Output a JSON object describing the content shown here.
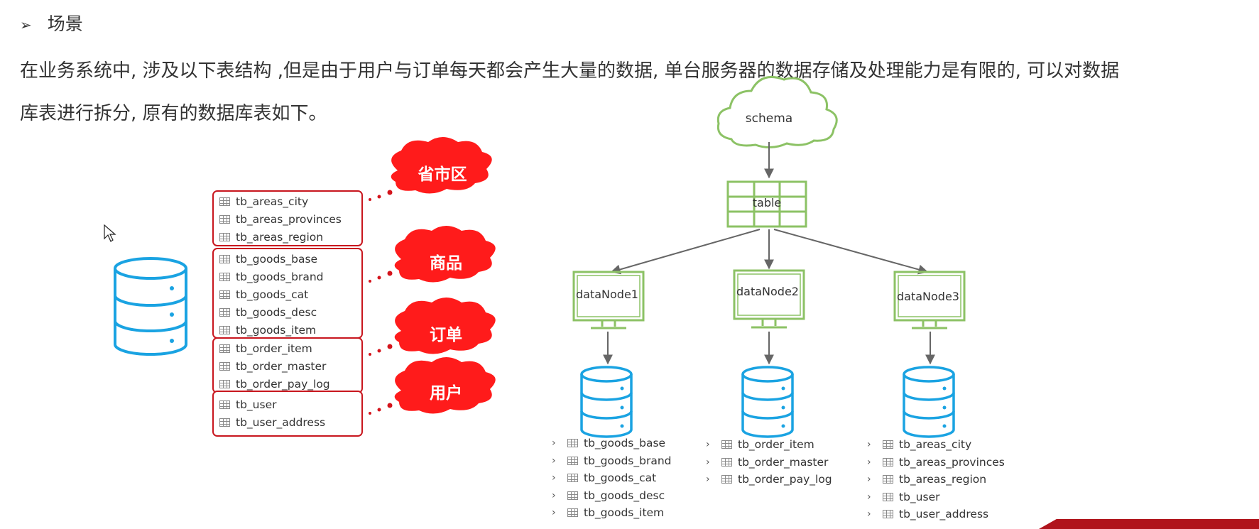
{
  "heading": {
    "bullet": "➢",
    "text": "场景"
  },
  "paragraph": {
    "line1": "在业务系统中, 涉及以下表结构 ,但是由于用户与订单每天都会产生大量的数据, 单台服务器的数据存储及处理能力是有限的, 可以对数据",
    "line2": "库表进行拆分, 原有的数据库表如下。"
  },
  "groups": [
    {
      "label": "省市区",
      "tables": [
        "tb_areas_city",
        "tb_areas_provinces",
        "tb_areas_region"
      ]
    },
    {
      "label": "商品",
      "tables": [
        "tb_goods_base",
        "tb_goods_brand",
        "tb_goods_cat",
        "tb_goods_desc",
        "tb_goods_item"
      ]
    },
    {
      "label": "订单",
      "tables": [
        "tb_order_item",
        "tb_order_master",
        "tb_order_pay_log"
      ]
    },
    {
      "label": "用户",
      "tables": [
        "tb_user",
        "tb_user_address"
      ]
    }
  ],
  "schema": {
    "label": "schema"
  },
  "table": {
    "label": "table"
  },
  "nodes": [
    {
      "label": "dataNode1",
      "tables": [
        "tb_goods_base",
        "tb_goods_brand",
        "tb_goods_cat",
        "tb_goods_desc",
        "tb_goods_item"
      ]
    },
    {
      "label": "dataNode2",
      "tables": [
        "tb_order_item",
        "tb_order_master",
        "tb_order_pay_log"
      ]
    },
    {
      "label": "dataNode3",
      "tables": [
        "tb_areas_city",
        "tb_areas_provinces",
        "tb_areas_region",
        "tb_user",
        "tb_user_address"
      ]
    }
  ],
  "colors": {
    "red": "#c8161e",
    "cloud_red": "#ff1b1b",
    "green": "#8cc265",
    "blue": "#1aa3e2",
    "arrow": "#666666"
  }
}
